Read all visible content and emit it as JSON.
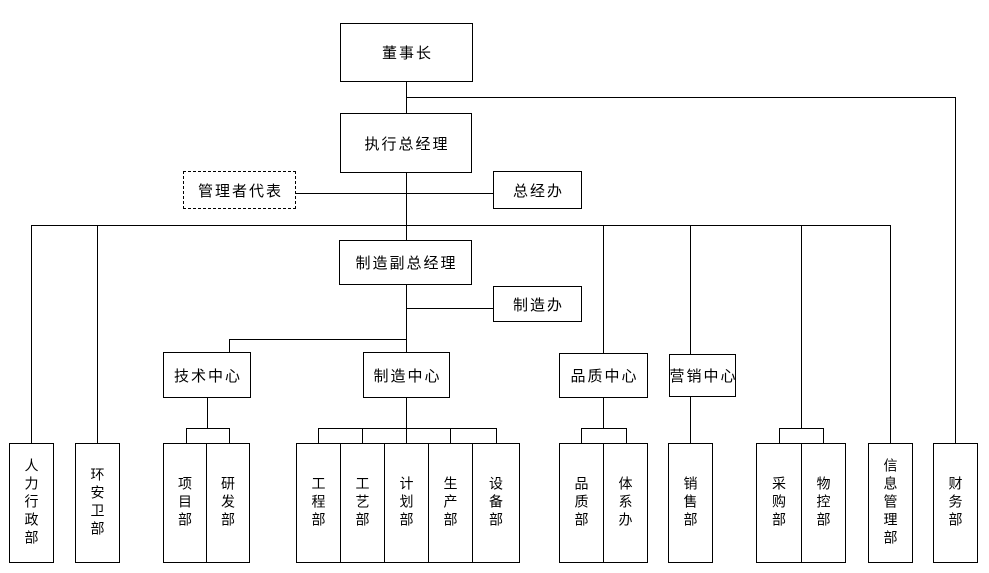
{
  "diagram": {
    "type": "org-chart",
    "background_color": "#ffffff",
    "line_color": "#000000",
    "box_border_color": "#000000"
  },
  "nodes": {
    "chairman": "董事长",
    "executive_gm": "执行总经理",
    "mgmt_rep": "管理者代表",
    "gm_office": "总经办",
    "mfg_deputy_gm": "制造副总经理",
    "mfg_office": "制造办",
    "tech_center": "技术中心",
    "mfg_center": "制造中心",
    "quality_center": "品质中心",
    "marketing_center": "营销中心",
    "hr_admin_dept": "人力行政部",
    "ehs_dept": "环安卫部",
    "project_dept": "项目部",
    "rnd_dept": "研发部",
    "engineering_dept": "工程部",
    "process_dept": "工艺部",
    "planning_dept": "计划部",
    "production_dept": "生产部",
    "equipment_dept": "设备部",
    "quality_dept": "品质部",
    "system_office_dept": "体系办",
    "sales_dept": "销售部",
    "purchasing_dept": "采购部",
    "material_control_dept": "物控部",
    "info_mgmt_dept": "信息管理部",
    "finance_dept": "财务部"
  }
}
